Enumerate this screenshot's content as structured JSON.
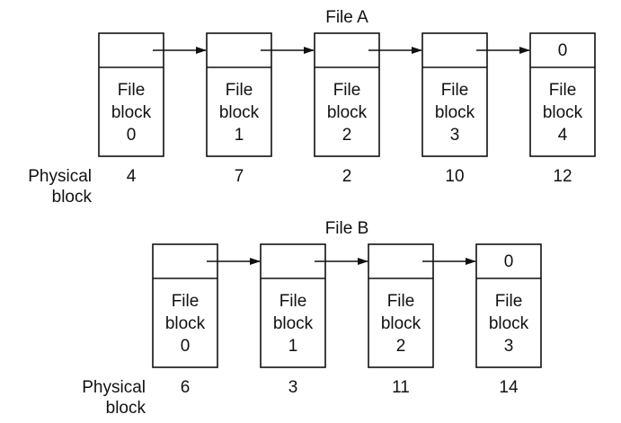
{
  "colors": {
    "stroke": "#111111",
    "background": "#ffffff"
  },
  "files": [
    {
      "title": "File A",
      "blocks": [
        {
          "line1": "File",
          "line2": "block",
          "index": "0",
          "pointer": "",
          "physical": "4"
        },
        {
          "line1": "File",
          "line2": "block",
          "index": "1",
          "pointer": "",
          "physical": "7"
        },
        {
          "line1": "File",
          "line2": "block",
          "index": "2",
          "pointer": "",
          "physical": "2"
        },
        {
          "line1": "File",
          "line2": "block",
          "index": "3",
          "pointer": "",
          "physical": "10"
        },
        {
          "line1": "File",
          "line2": "block",
          "index": "4",
          "pointer": "0",
          "physical": "12"
        }
      ],
      "physical_label": [
        "Physical",
        "block"
      ]
    },
    {
      "title": "File B",
      "blocks": [
        {
          "line1": "File",
          "line2": "block",
          "index": "0",
          "pointer": "",
          "physical": "6"
        },
        {
          "line1": "File",
          "line2": "block",
          "index": "1",
          "pointer": "",
          "physical": "3"
        },
        {
          "line1": "File",
          "line2": "block",
          "index": "2",
          "pointer": "",
          "physical": "11"
        },
        {
          "line1": "File",
          "line2": "block",
          "index": "3",
          "pointer": "0",
          "physical": "14"
        }
      ],
      "physical_label": [
        "Physical",
        "block"
      ]
    }
  ]
}
